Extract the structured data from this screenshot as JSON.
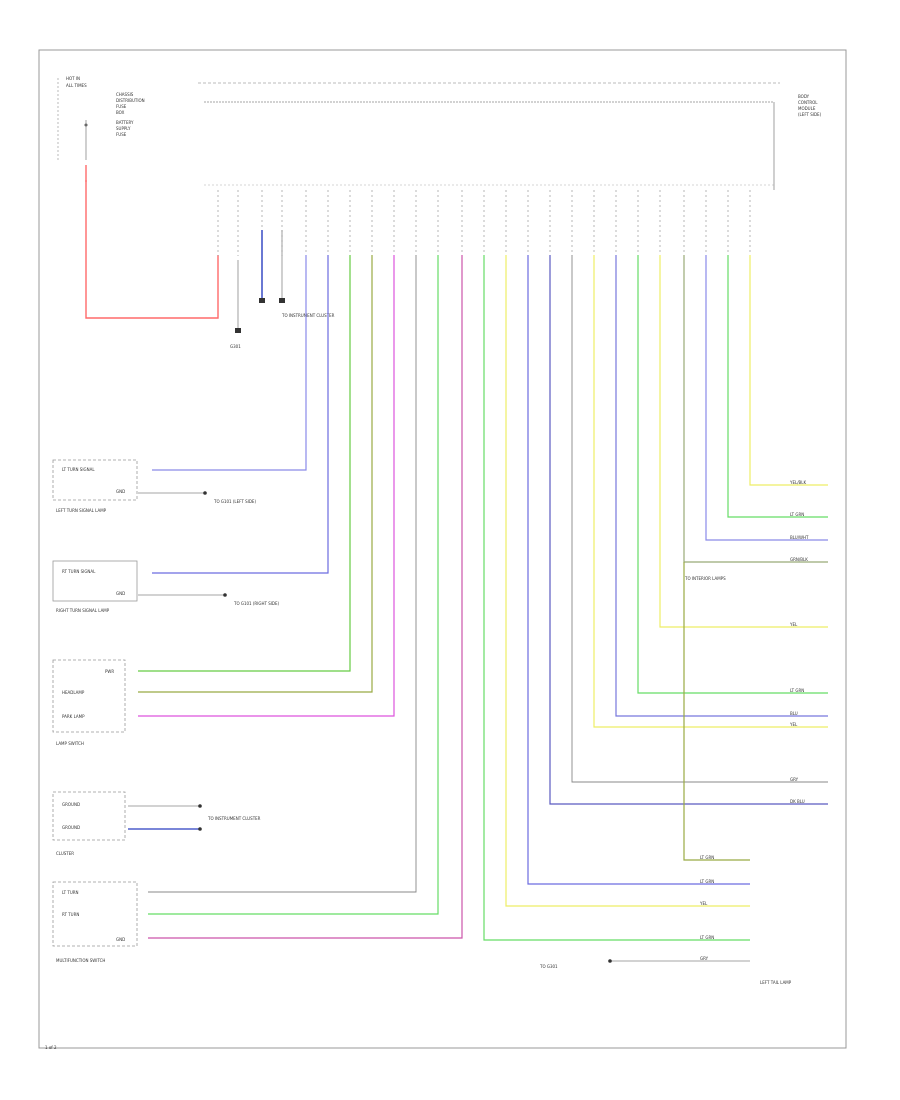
{
  "top_left_block": {
    "lines": [
      "HOT IN",
      "ALL TIMES",
      "CHASSIS",
      "DISTRIBUTION",
      "FUSE",
      "BOX",
      "BATTERY",
      "SUPPLY",
      "FUSE"
    ]
  },
  "right_top_block": {
    "lines": [
      "BODY",
      "CONTROL",
      "MODULE",
      "(LEFT SIDE)"
    ]
  },
  "ground_label": "G301",
  "under_connector_label": "TO INSTRUMENT CLUSTER",
  "components": [
    {
      "id": "lf-turn",
      "title": "LEFT TURN SIGNAL LAMP",
      "rows": [
        "LT TURN SIGNAL",
        "GND"
      ]
    },
    {
      "id": "rf-turn",
      "title": "RIGHT TURN SIGNAL LAMP",
      "rows": [
        "RT TURN SIGNAL",
        "GND"
      ]
    },
    {
      "id": "lh-switch",
      "title": "LAMP SWITCH",
      "rows": [
        "PWR",
        "HEADLAMP",
        "PARK LAMP"
      ]
    },
    {
      "id": "cluster",
      "title": "CLUSTER",
      "rows": [
        "GROUND",
        "GROUND"
      ]
    },
    {
      "id": "multifunction",
      "title": "MULTIFUNCTION SWITCH",
      "rows": [
        "LT TURN",
        "RT TURN",
        "GND"
      ]
    }
  ],
  "small_labels": {
    "lf_gnd_note": "TO G101 (LEFT SIDE)",
    "rf_gnd_note": "TO G101 (RIGHT SIDE)",
    "cluster_note": "TO INSTRUMENT CLUSTER",
    "center_note": "TO INTERIOR LAMPS",
    "bottom_center_note": "TO G301",
    "bottom_right_note": "LEFT TAIL LAMP",
    "page_tag": "1 of 2"
  },
  "right_wire_labels": [
    "YEL/BLK",
    "LT GRN",
    "BLU/WHT",
    "GRN/BLK",
    "YEL",
    "LT GRN",
    "BLU",
    "YEL",
    "GRY",
    "DK BLU"
  ],
  "bottom_right_labels": [
    "LT GRN",
    "LT GRN",
    "YEL",
    "LT GRN",
    "GRY"
  ]
}
